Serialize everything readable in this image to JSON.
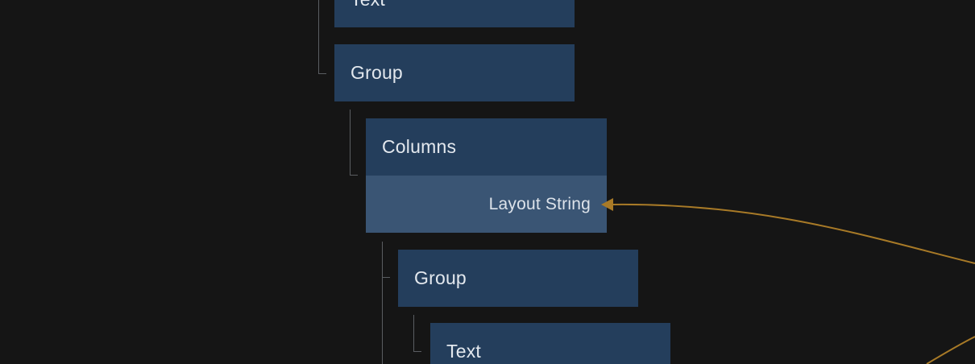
{
  "nodes": {
    "text_top": {
      "label": "Text"
    },
    "group_1": {
      "label": "Group"
    },
    "columns": {
      "label": "Columns",
      "input_label": "Layout String"
    },
    "group_2": {
      "label": "Group"
    },
    "text_bottom": {
      "label": "Text"
    }
  },
  "colors": {
    "background": "#151515",
    "node": "#243e5c",
    "node_input": "#3a5574",
    "tree_line": "#5a5d61",
    "wire": "#a87a27"
  }
}
